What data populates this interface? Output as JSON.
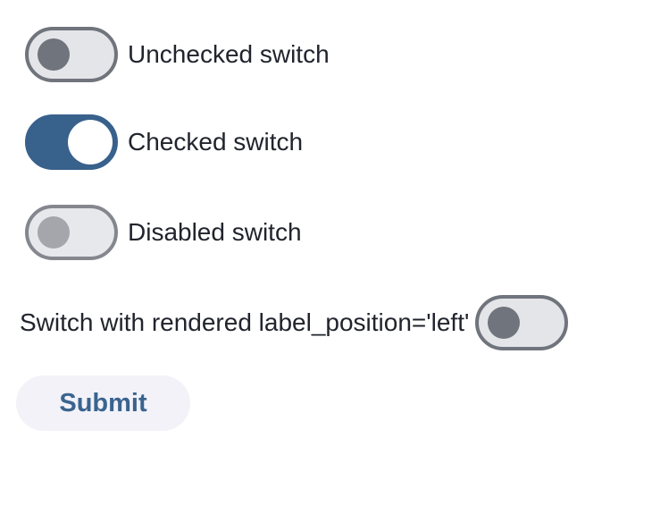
{
  "colors": {
    "checked_track": "#38618c",
    "unchecked_track": "#e4e5e9",
    "unchecked_border": "#70747c",
    "unchecked_thumb": "#70747c",
    "disabled_thumb": "#a4a6ac",
    "checked_thumb": "#ffffff",
    "label_text": "#21242d",
    "submit_bg": "#f2f2f8",
    "submit_text": "#3a648f",
    "page_bg": "#ffffff"
  },
  "switches": [
    {
      "label": "Unchecked switch",
      "state": "unchecked",
      "disabled": false,
      "label_position": "right"
    },
    {
      "label": "Checked switch",
      "state": "checked",
      "disabled": false,
      "label_position": "right"
    },
    {
      "label": "Disabled switch",
      "state": "unchecked",
      "disabled": true,
      "label_position": "right"
    },
    {
      "label": "Switch with rendered label_position='left'",
      "state": "unchecked",
      "disabled": false,
      "label_position": "left"
    }
  ],
  "submit_button": {
    "label": "Submit"
  }
}
